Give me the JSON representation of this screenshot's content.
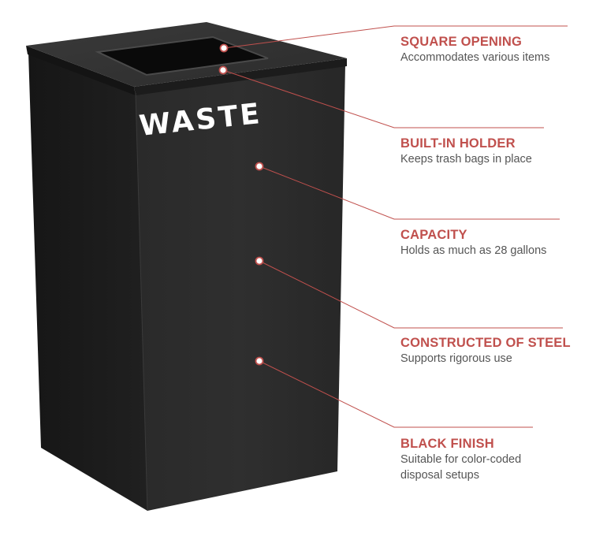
{
  "accent_color": "#c0504d",
  "product": {
    "name": "waste receptacle",
    "bin_label": "WASTE",
    "body_color": "#262626"
  },
  "features": [
    {
      "title": "SQUARE OPENING",
      "description": "Accommodates various items"
    },
    {
      "title": "BUILT-IN HOLDER",
      "description": "Keeps trash bags in place"
    },
    {
      "title": "CAPACITY",
      "description": "Holds as much as 28 gallons"
    },
    {
      "title": "CONSTRUCTED OF STEEL",
      "description": "Supports rigorous use"
    },
    {
      "title": "BLACK FINISH",
      "description": "Suitable for color-coded disposal setups"
    }
  ]
}
